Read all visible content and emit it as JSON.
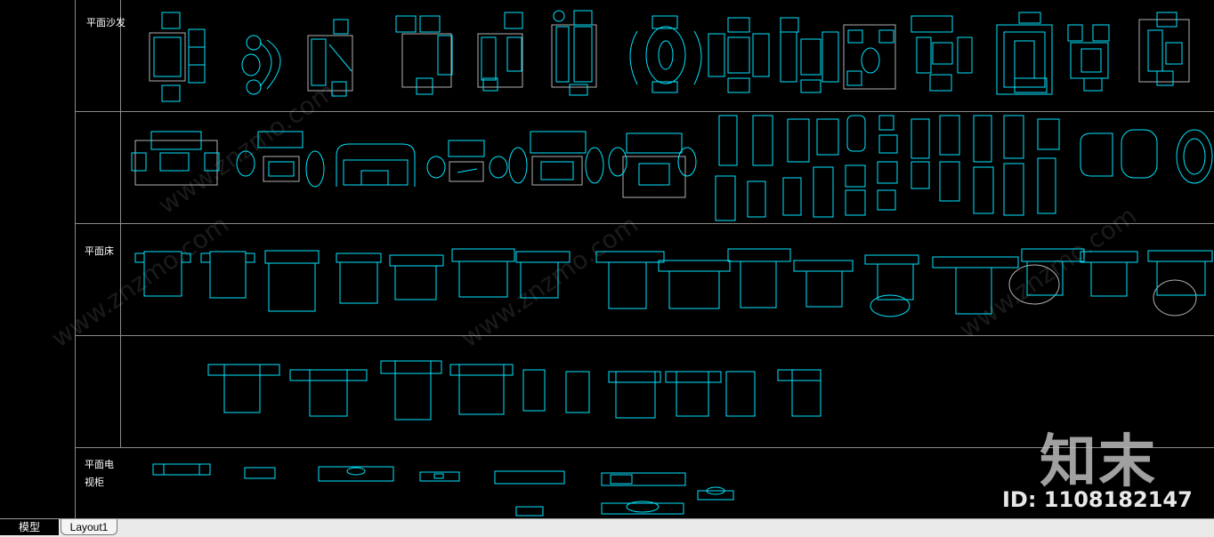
{
  "rows": {
    "sofa_label": "平面沙发",
    "bed_label": "平面床",
    "tv_cabinet_label": "平面电视柜"
  },
  "watermark": {
    "text": "www.znzmo.com",
    "brand": "知末",
    "id": "ID: 1108182147"
  },
  "tabs": {
    "model": "模型",
    "layout1": "Layout1"
  },
  "colors": {
    "background": "#000000",
    "linework": "#00e5ff",
    "grid": "#8a8a8a",
    "hatch": "#b0b0b0",
    "tabbar": "#eaeaea"
  }
}
